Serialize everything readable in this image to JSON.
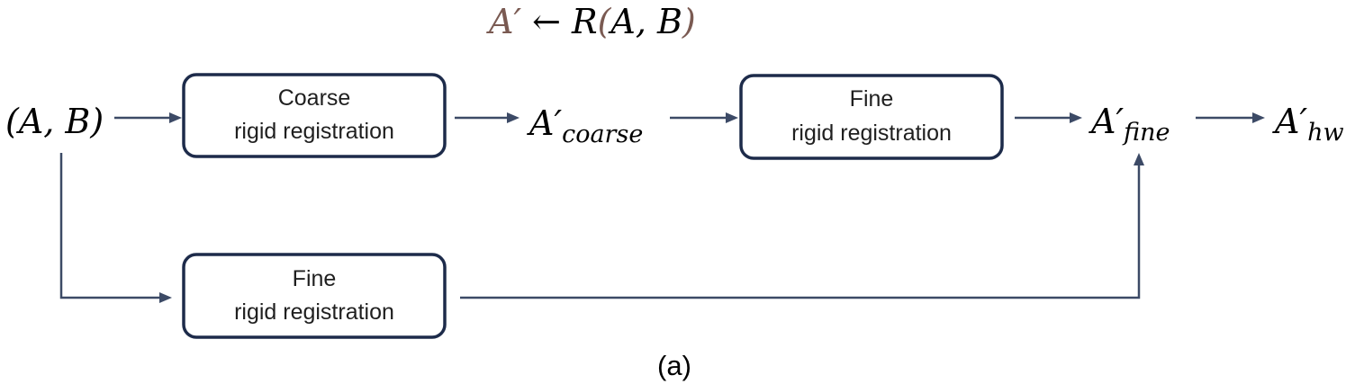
{
  "formula": {
    "lhs": "A",
    "prime": "′",
    "arrow": "←",
    "func": "R",
    "open_paren": "(",
    "args": "A, B",
    "close_paren": ")"
  },
  "input": {
    "label": "(A, B)"
  },
  "boxes": [
    {
      "line1": "Coarse",
      "line2": "rigid registration"
    },
    {
      "line1": "Fine",
      "line2": "rigid registration"
    },
    {
      "line1": "Fine",
      "line2": "rigid registration"
    }
  ],
  "outputs": {
    "coarse": {
      "base": "A′",
      "sub": "coarse"
    },
    "fine": {
      "base": "A′",
      "sub": "fine"
    },
    "hw": {
      "base": "A′",
      "sub": "hw"
    }
  },
  "caption": "(a)",
  "colors": {
    "box_border": "#1d2b4a",
    "arrow": "#3c4a66",
    "formula_accent": "#7a5a52"
  }
}
